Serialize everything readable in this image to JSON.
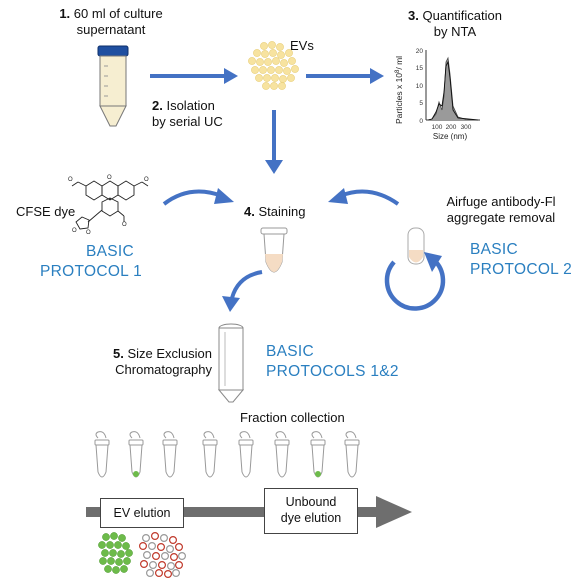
{
  "steps": {
    "s1": {
      "num": "1.",
      "line1": "60 ml of culture",
      "line2": "supernatant"
    },
    "s2": {
      "num": "2.",
      "line1": "Isolation",
      "line2": "by serial UC"
    },
    "s3": {
      "num": "3.",
      "line1": "Quantification",
      "line2": "by NTA"
    },
    "s4": {
      "num": "4.",
      "label": "Staining"
    },
    "s5": {
      "num": "5.",
      "line1": "Size Exclusion",
      "line2": "Chromatography"
    }
  },
  "evs_label": "EVs",
  "nta_chart": {
    "ylabel": "Particles x 10",
    "ylabel_exp": "8",
    "ylabel_unit": "/ ml",
    "xlabel": "Size (nm)",
    "y_ticks": [
      "20",
      "15",
      "10",
      "5",
      "0"
    ],
    "x_ticks": [
      "100",
      "200",
      "300"
    ]
  },
  "cfse_label": "CFSE dye",
  "airfuge": {
    "line1": "Airfuge antibody-Fl",
    "line2": "aggregate removal"
  },
  "protocols": {
    "p1": {
      "line1": "BASIC",
      "line2": "PROTOCOL 1"
    },
    "p2": {
      "line1": "BASIC",
      "line2": "PROTOCOL 2"
    },
    "p12": {
      "line1": "BASIC",
      "line2": "PROTOCOLS 1&2"
    }
  },
  "fraction_label": "Fraction collection",
  "elution": {
    "ev": "EV elution",
    "dye_line1": "Unbound",
    "dye_line2": "dye elution"
  },
  "colors": {
    "arrow_blue": "#4472c4",
    "protocol_blue": "#2a7fc0",
    "ev_yellow": "#f7e3a0",
    "gray_arrow": "#6e6e6e",
    "green_dot": "#6dbb4a",
    "red_outline": "#c0392b"
  }
}
